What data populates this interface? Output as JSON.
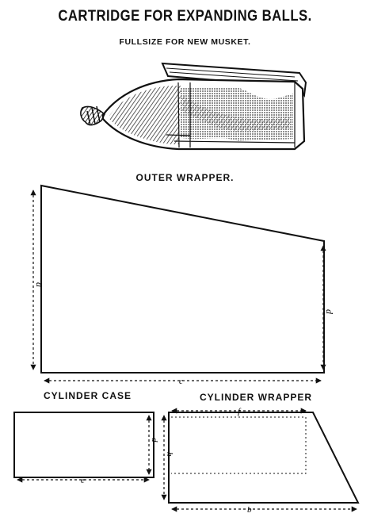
{
  "header": {
    "title": "CARTRIDGE FOR EXPANDING BALLS.",
    "subtitle": "FULLSIZE FOR NEW MUSKET."
  },
  "outer_wrapper": {
    "label": "OUTER WRAPPER.",
    "dims": {
      "a": "a",
      "c": "c",
      "d": "d"
    }
  },
  "cylinder_case": {
    "label": "CYLINDER CASE",
    "dims": {
      "d": "d",
      "e": "e"
    }
  },
  "cylinder_wrapper": {
    "label": "CYLINDER WRAPPER",
    "dims": {
      "f": "f",
      "h": "h",
      "b": "b"
    }
  },
  "colors": {
    "ink": "#111111",
    "paper": "#ffffff"
  }
}
